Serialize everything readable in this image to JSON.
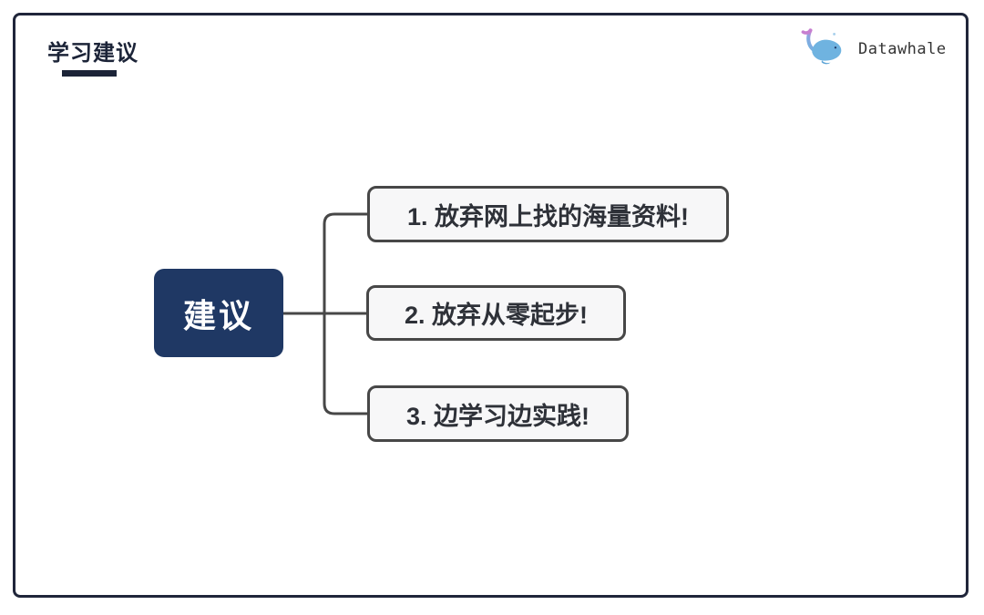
{
  "header": {
    "title": "学习建议",
    "logo_text": "Datawhale"
  },
  "diagram": {
    "root_label": "建议",
    "branches": [
      {
        "label": "1. 放弃网上找的海量资料!"
      },
      {
        "label": "2. 放弃从零起步!"
      },
      {
        "label": "3. 边学习边实践!"
      }
    ]
  },
  "icons": {
    "logo_icon": "whale-icon"
  },
  "colors": {
    "frame_border": "#20263a",
    "title_text": "#1c2438",
    "root_bg": "#1f3864",
    "root_text": "#ffffff",
    "branch_bg": "#f7f7f8",
    "branch_border": "#474747",
    "branch_text": "#2e3138",
    "connector": "#474747",
    "whale_blue": "#6fb3e0",
    "whale_purple": "#c77fd0"
  }
}
